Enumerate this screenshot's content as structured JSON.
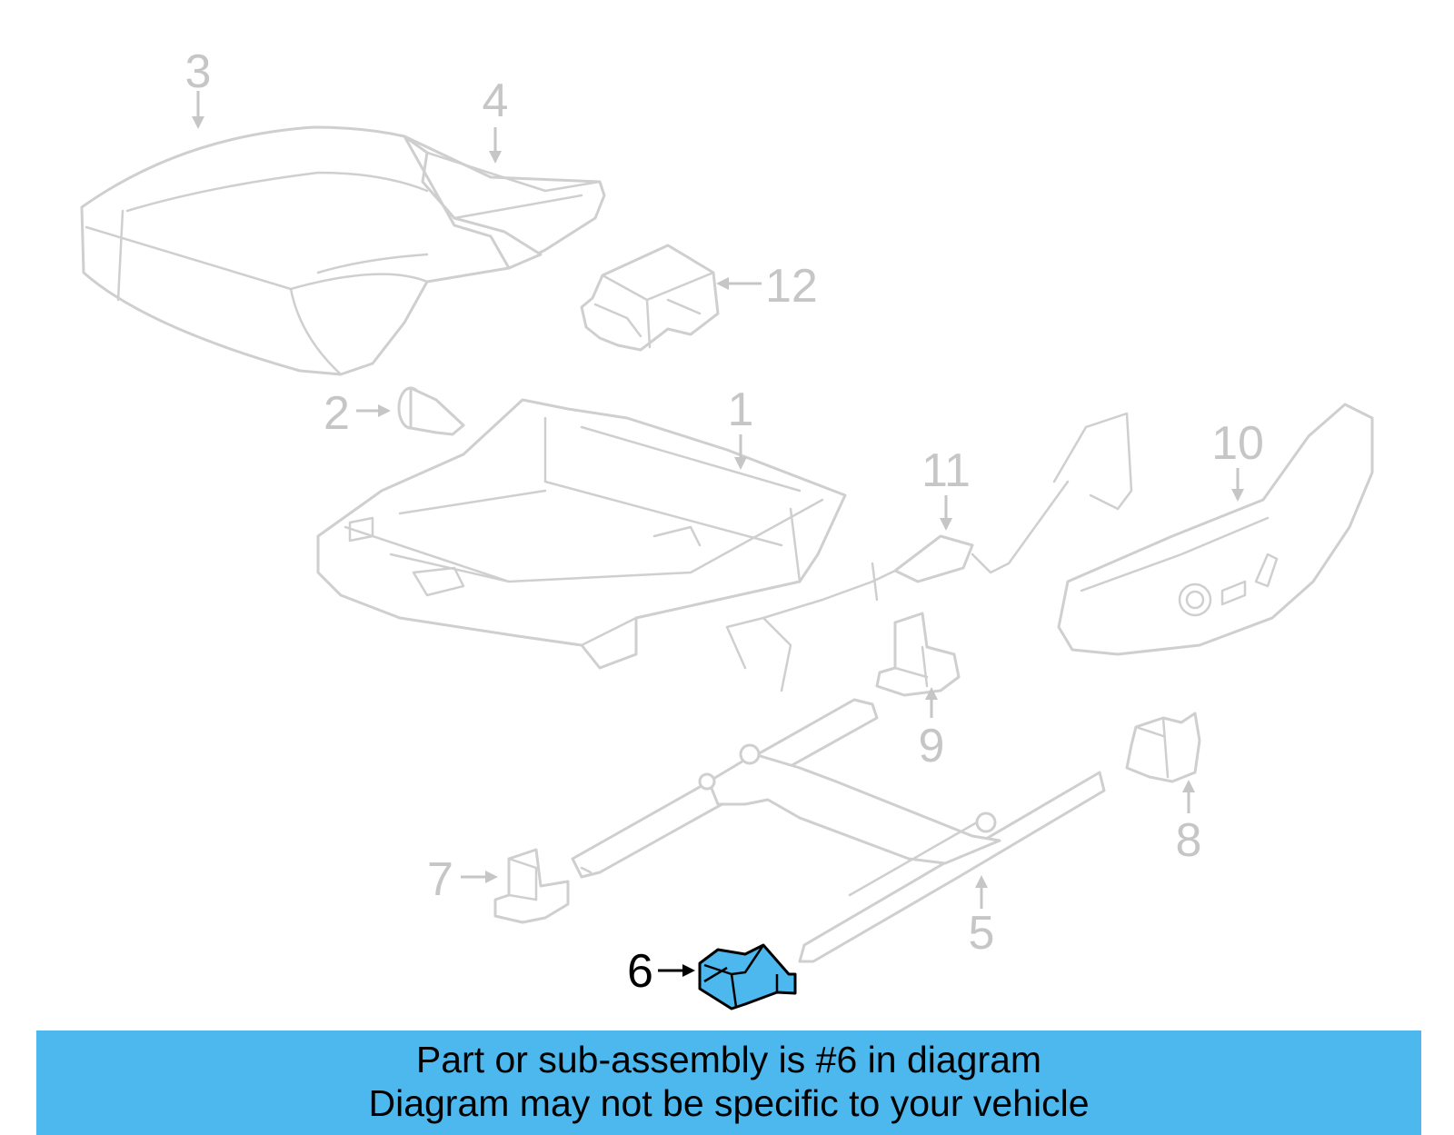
{
  "diagram": {
    "highlighted_part": "6",
    "colors": {
      "highlight": "#4cb8ee",
      "part_outline": "#cfcfcf",
      "callout_text": "#c6c6c6",
      "banner_background": "#4cb8ee"
    },
    "callouts": {
      "c1": "1",
      "c2": "2",
      "c3": "3",
      "c4": "4",
      "c5": "5",
      "c6": "6",
      "c7": "7",
      "c8": "8",
      "c9": "9",
      "c10": "10",
      "c11": "11",
      "c12": "12"
    }
  },
  "banner": {
    "line1": "Part or sub-assembly is #6 in diagram",
    "line2": "Diagram may not be specific to your vehicle"
  }
}
